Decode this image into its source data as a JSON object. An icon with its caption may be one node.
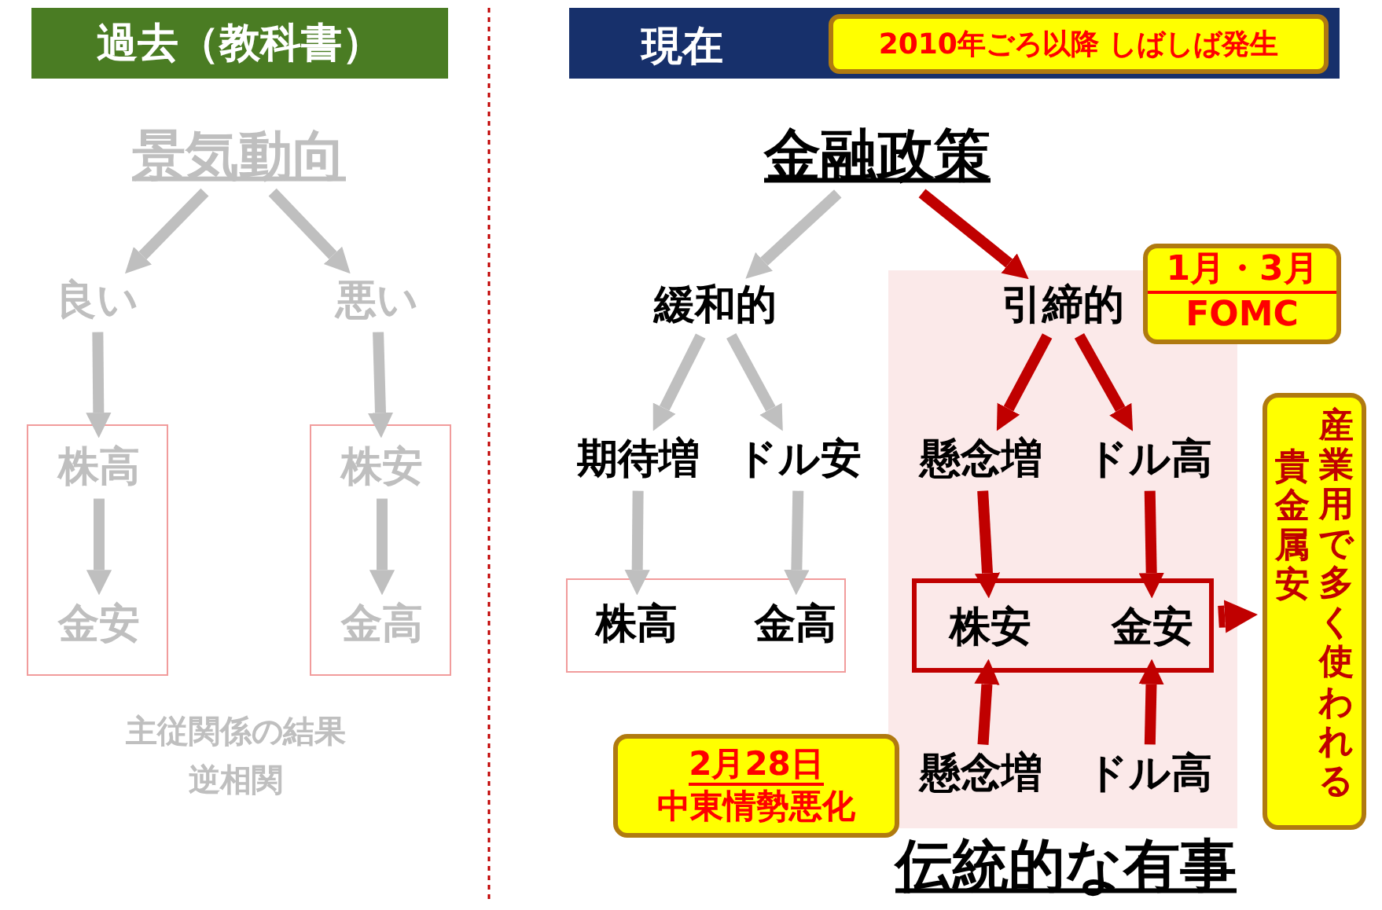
{
  "diagram": {
    "nodes": [
      {
        "text": [
          "過去（教科書）"
        ]
      },
      {
        "text": [
          "景気動向"
        ]
      },
      {
        "text": [
          "良い"
        ]
      },
      {
        "text": [
          "悪い"
        ]
      },
      {
        "text": [],
        "shape": "box"
      },
      {
        "text": [
          "株高"
        ],
        "in": 4
      },
      {
        "text": [
          "金安"
        ],
        "in": 4
      },
      {
        "text": [],
        "shape": "box"
      },
      {
        "text": [
          "株安"
        ],
        "in": 7
      },
      {
        "text": [
          "金高"
        ],
        "in": 7
      },
      {
        "text": [
          "現在"
        ]
      },
      {
        "text": [
          "2010年ごろ以降 しばしば発生"
        ],
        "in": 10
      },
      {
        "text": [
          "金融政策"
        ]
      },
      {
        "text": [
          "緩和的"
        ]
      },
      {
        "text": [],
        "shape": "box"
      },
      {
        "text": [
          "引締的"
        ],
        "in": 14
      },
      {
        "text": [
          "1月・3月",
          "FOMC"
        ]
      },
      {
        "text": [
          "期待増"
        ]
      },
      {
        "text": [
          "ドル安"
        ]
      },
      {
        "text": [
          "懸念増"
        ],
        "in": 14
      },
      {
        "text": [
          "ドル高"
        ],
        "in": 14
      },
      {
        "text": [],
        "shape": "box"
      },
      {
        "text": [
          "株高"
        ],
        "in": 21
      },
      {
        "text": [
          "金高"
        ],
        "in": 21
      },
      {
        "text": [],
        "shape": "box",
        "in": 14
      },
      {
        "text": [
          "株安"
        ],
        "in": 24
      },
      {
        "text": [
          "金安"
        ],
        "in": 24
      },
      {
        "text": [
          "貴金属安",
          "産業用で多く使われる"
        ]
      },
      {
        "text": [
          "2月28日",
          "中東情勢悪化"
        ]
      },
      {
        "text": [
          "懸念増"
        ],
        "in": 14
      },
      {
        "text": [
          "ドル高"
        ],
        "in": 14
      }
    ],
    "edges": [
      {
        "from": 1,
        "to": 2,
        "arrow": "to"
      },
      {
        "from": 1,
        "to": 3,
        "arrow": "to"
      },
      {
        "from": 2,
        "to": 5,
        "arrow": "to"
      },
      {
        "from": 3,
        "to": 8,
        "arrow": "to"
      },
      {
        "from": 5,
        "to": 6,
        "arrow": "to"
      },
      {
        "from": 8,
        "to": 9,
        "arrow": "to"
      },
      {
        "from": 12,
        "to": 13,
        "arrow": "to"
      },
      {
        "from": 12,
        "to": 15,
        "arrow": "to",
        "color": "#c00000"
      },
      {
        "from": 13,
        "to": 17,
        "arrow": "to"
      },
      {
        "from": 13,
        "to": 18,
        "arrow": "to"
      },
      {
        "from": 15,
        "to": 19,
        "arrow": "to",
        "color": "#c00000"
      },
      {
        "from": 15,
        "to": 20,
        "arrow": "to",
        "color": "#c00000"
      },
      {
        "from": 17,
        "to": 22,
        "arrow": "to"
      },
      {
        "from": 18,
        "to": 23,
        "arrow": "to"
      },
      {
        "from": 19,
        "to": 25,
        "arrow": "to",
        "color": "#c00000"
      },
      {
        "from": 20,
        "to": 26,
        "arrow": "to",
        "color": "#c00000"
      },
      {
        "from": 29,
        "to": 25,
        "arrow": "to",
        "color": "#c00000"
      },
      {
        "from": 30,
        "to": 26,
        "arrow": "to",
        "color": "#c00000"
      },
      {
        "from": 24,
        "to": 27,
        "arrow": "to",
        "style": "thick",
        "color": "#c00000"
      }
    ],
    "labels": [
      "主従関係の結果",
      "逆相関",
      "伝統的な有事"
    ]
  }
}
